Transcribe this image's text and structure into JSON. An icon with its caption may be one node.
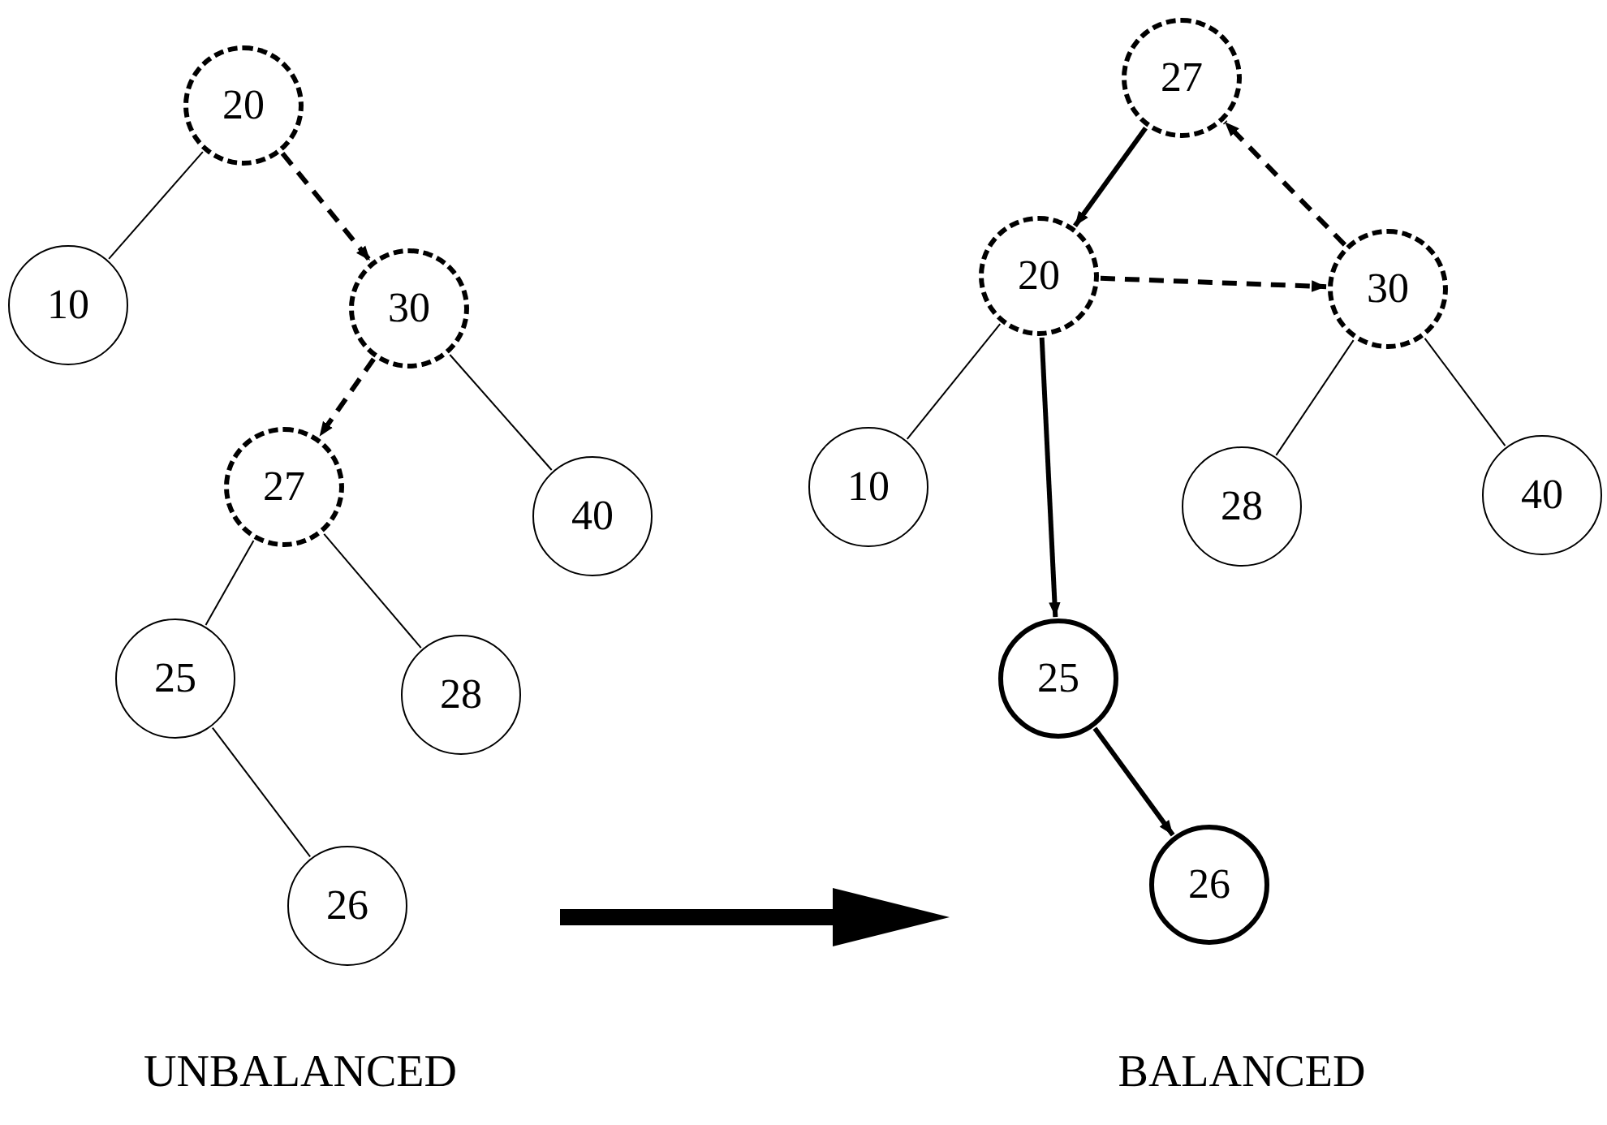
{
  "diagram": {
    "nodes": [
      {
        "text": [
          "20"
        ]
      },
      {
        "text": [
          "10"
        ]
      },
      {
        "text": [
          "30"
        ]
      },
      {
        "text": [
          "27"
        ]
      },
      {
        "text": [
          "40"
        ]
      },
      {
        "text": [
          "25"
        ]
      },
      {
        "text": [
          "28"
        ]
      },
      {
        "text": [
          "26"
        ]
      },
      {
        "text": [
          "27"
        ]
      },
      {
        "text": [
          "20"
        ]
      },
      {
        "text": [
          "30"
        ]
      },
      {
        "text": [
          "10"
        ]
      },
      {
        "text": [
          "28"
        ]
      },
      {
        "text": [
          "40"
        ]
      },
      {
        "text": [
          "25"
        ]
      },
      {
        "text": [
          "26"
        ]
      }
    ],
    "edges": [
      {
        "from": 0,
        "to": 1,
        "arrow": "none"
      },
      {
        "from": 0,
        "to": 2,
        "arrow": "to",
        "style": "dashed"
      },
      {
        "from": 2,
        "to": 3,
        "arrow": "to",
        "style": "dashed"
      },
      {
        "from": 2,
        "to": 4,
        "arrow": "none"
      },
      {
        "from": 3,
        "to": 5,
        "arrow": "none"
      },
      {
        "from": 3,
        "to": 6,
        "arrow": "none"
      },
      {
        "from": 5,
        "to": 7,
        "arrow": "none"
      },
      {
        "from": 8,
        "to": 9,
        "arrow": "to",
        "style": "thick"
      },
      {
        "from": 10,
        "to": 8,
        "arrow": "to",
        "style": "dashed"
      },
      {
        "from": 9,
        "to": 10,
        "arrow": "to",
        "style": "dashed"
      },
      {
        "from": 9,
        "to": 11,
        "arrow": "none"
      },
      {
        "from": 10,
        "to": 12,
        "arrow": "none"
      },
      {
        "from": 10,
        "to": 13,
        "arrow": "none"
      },
      {
        "from": 9,
        "to": 14,
        "arrow": "to",
        "style": "thick"
      },
      {
        "from": 14,
        "to": 15,
        "arrow": "to",
        "style": "thick"
      }
    ],
    "labels": [
      "UNBALANCED",
      "BALANCED"
    ]
  }
}
